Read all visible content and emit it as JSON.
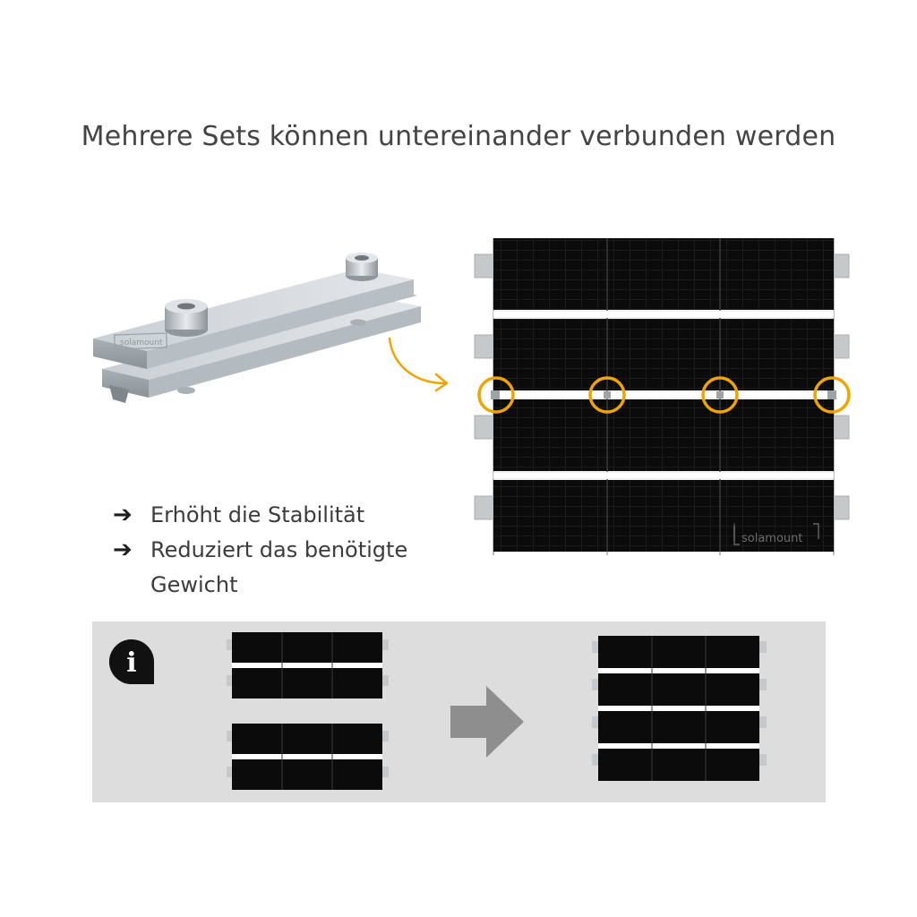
{
  "title": "Mehrere Sets können untereinander verbunden werden",
  "clamp": {
    "brand": "solamount"
  },
  "array": {
    "brand": "solamount",
    "accent_color": "#f0a400",
    "highlighted_connectors": 4
  },
  "benefits": [
    {
      "icon": "arrow-right-icon",
      "text": "Erhöht die Stabilität"
    },
    {
      "icon": "arrow-right-icon",
      "text": "Reduziert das benötigte Gewicht"
    }
  ],
  "info": {
    "icon": "info-icon",
    "icon_glyph": "i",
    "left_sets": 2,
    "rows_per_left_set": 2,
    "right_rows": 4,
    "arrow_color": "#8e8e8e"
  },
  "colors": {
    "panel": "#0c0c0c",
    "rail": "#ffffff",
    "background_info": "#dddddd",
    "text": "#444444"
  }
}
